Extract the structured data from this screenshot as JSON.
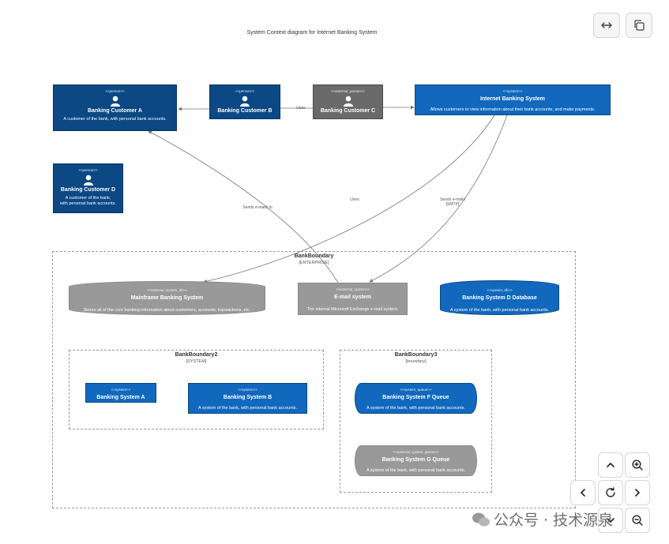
{
  "diagram": {
    "title": "System Context diagram for Internet Banking System"
  },
  "nodes": {
    "customer_a": {
      "stereo": "<<person>>",
      "name": "Banking Customer A",
      "desc": "A customer of the bank, with personal bank accounts."
    },
    "customer_b": {
      "stereo": "<<person>>",
      "name": "Banking Customer B"
    },
    "customer_c": {
      "stereo": "<<external_person>>",
      "name": "Banking Customer C"
    },
    "internet_banking": {
      "stereo": "<<system>>",
      "name": "Internet Banking System",
      "desc": "Allows customers to view information about their bank accounts, and make payments."
    },
    "customer_d": {
      "stereo": "<<person>>",
      "name": "Banking Customer D",
      "desc_line1": "A customer of the bank,",
      "desc_line2": "with personal bank accounts."
    },
    "mainframe": {
      "stereo": "<<external_system_db>>",
      "name": "Mainframe Banking System",
      "desc": "Stores all of the core banking information about customers, accounts, transactions, etc."
    },
    "email": {
      "stereo": "<<external_system>>",
      "name": "E-mail system",
      "desc": "The internal Microsoft Exchange e-mail system."
    },
    "system_d_db": {
      "stereo": "<<system_db>>",
      "name": "Banking System D Database",
      "desc": "A system of the bank, with personal bank accounts."
    },
    "system_a": {
      "stereo": "<<system>>",
      "name": "Banking System A"
    },
    "system_b": {
      "stereo": "<<system>>",
      "name": "Banking System B",
      "desc": "A system of the bank, with personal bank accounts."
    },
    "system_f": {
      "stereo": "<<system_queue>>",
      "name": "Banking System F Queue",
      "desc": "A system of the bank, with personal bank accounts."
    },
    "system_g": {
      "stereo": "<<external_system_queue>>",
      "name": "Banking System G Queue",
      "desc": "A system of the bank, with personal bank accounts."
    }
  },
  "boundaries": {
    "bank": {
      "name": "BankBoundary",
      "type": "[ENTERPRISE]"
    },
    "bank2": {
      "name": "BankBoundary2",
      "type": "[SYSTEM]"
    },
    "bank3": {
      "name": "BankBoundary3",
      "type": "[boundary]"
    }
  },
  "edges": {
    "uses_top": "Uses",
    "sends_email_to": "Sends e-mails to",
    "uses_mid": "Uses",
    "sends_emails_1": "Sends e-mails",
    "sends_emails_2": "[SMTP]"
  },
  "controls": {
    "expand": "expand-horizontal-icon",
    "copy": "copy-icon",
    "pan_up": "chevron-up-icon",
    "zoom_in": "zoom-in-icon",
    "pan_left": "chevron-left-icon",
    "reset": "reset-icon",
    "pan_right": "chevron-right-icon",
    "pan_down": "chevron-down-icon",
    "zoom_out": "zoom-out-icon"
  },
  "watermark": {
    "text": "公众号 · 技术源泉"
  },
  "colors": {
    "person": "#0b4884",
    "external": "#6a6a6a",
    "system": "#1168bd",
    "external_system": "#999999"
  }
}
